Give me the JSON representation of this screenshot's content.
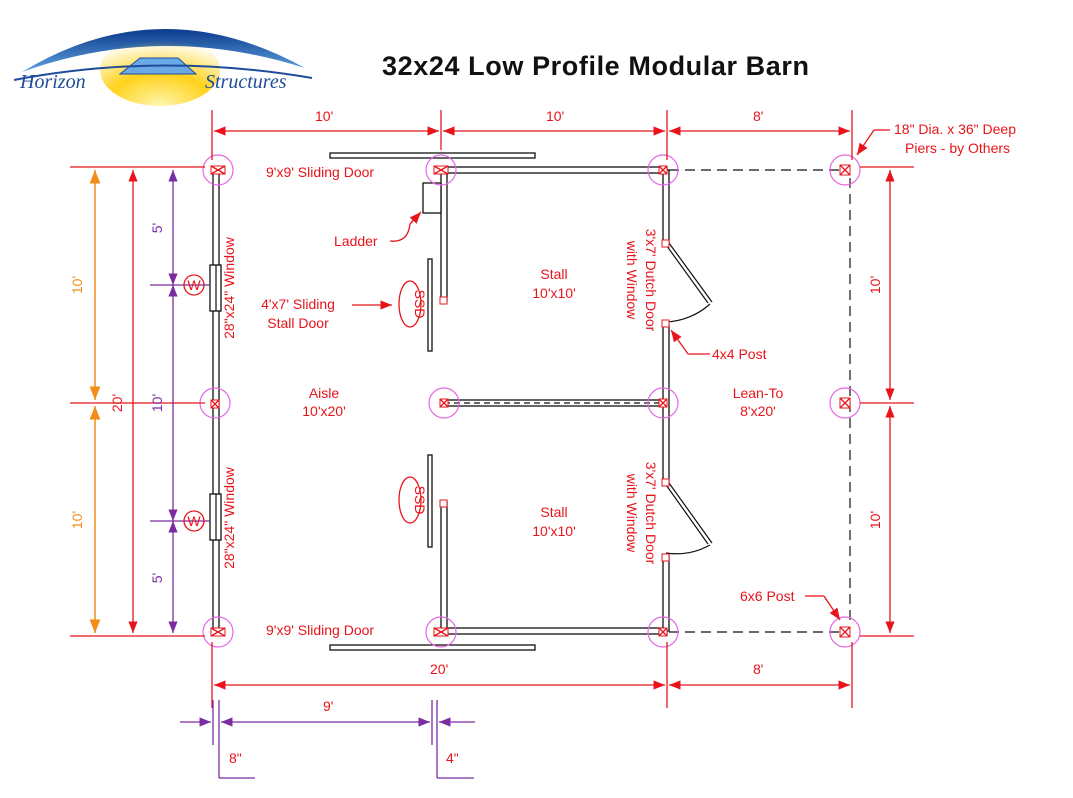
{
  "logo": {
    "word1": "Horizon",
    "word2": "Structures"
  },
  "title": "32x24 Low Profile Modular Barn",
  "dimensions": {
    "top_a": "10'",
    "top_b": "10'",
    "top_c": "8'",
    "bottom_total": "20'",
    "bottom_lean": "8'",
    "offset_9": "9'",
    "offset_8in": "8\"",
    "offset_4in": "4\"",
    "left_orange_1": "10'",
    "left_orange_2": "10'",
    "left_red_total": "20'",
    "left_pur_1": "5'",
    "left_pur_2": "10'",
    "left_pur_3": "5'",
    "right_1": "10'",
    "right_2": "10'"
  },
  "labels": {
    "sliding_door_top": "9'x9' Sliding Door",
    "sliding_door_bottom": "9'x9' Sliding Door",
    "ladder": "Ladder",
    "stall_door_line1": "4'x7' Sliding",
    "stall_door_line2": "Stall Door",
    "ssd": "SSD",
    "window": "28\"x24\" Window",
    "window_marker": "W",
    "aisle_line1": "Aisle",
    "aisle_line2": "10'x20'",
    "stall_line1": "Stall",
    "stall_line2": "10'x10'",
    "dutch_line1": "3'x7' Dutch Door",
    "dutch_line2": "with Window",
    "lean_line1": "Lean-To",
    "lean_line2": "8'x20'",
    "post_4x4": "4x4 Post",
    "post_6x6": "6x6 Post",
    "piers_line1": "18\" Dia. x 36\" Deep",
    "piers_line2": "Piers - by Others"
  },
  "colors": {
    "red": "#e8141b",
    "orange": "#f28c1a",
    "purple": "#7a2ca0",
    "pier": "#e467e4",
    "logo_blue": "#1f4c98"
  }
}
